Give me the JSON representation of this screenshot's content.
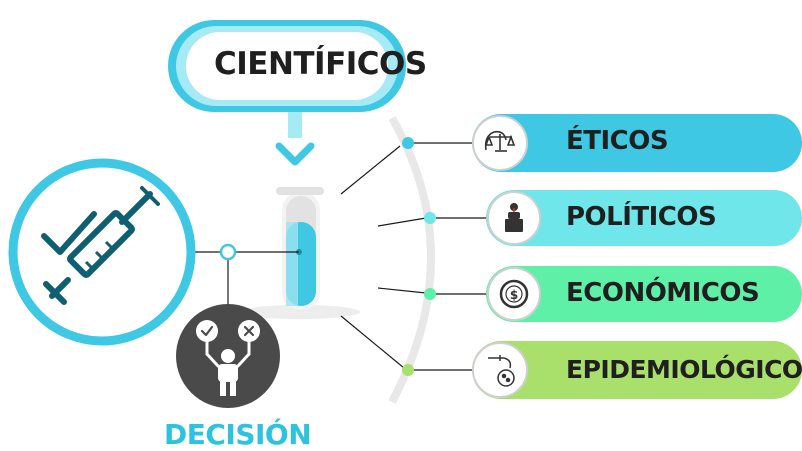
{
  "title": "CIENTÍFICOS",
  "factors": [
    {
      "label": "ÉTICOS",
      "icon": "scale-justice-icon",
      "color": "#3ec8e4"
    },
    {
      "label": "POLÍTICOS",
      "icon": "politician-podium-icon",
      "color": "#6ee6ea"
    },
    {
      "label": "ECONÓMICOS",
      "icon": "dollar-coin-icon",
      "color": "#5ef0a6"
    },
    {
      "label": "EPIDEMIOLÓGICOS",
      "icon": "dropper-petri-icon",
      "color": "#a8e06b"
    }
  ],
  "decision": "DECISIÓN",
  "icons": {
    "vaccine": "syringe-check-icon",
    "tube": "test-tube-icon",
    "decision_person": "person-check-cross-icon"
  }
}
